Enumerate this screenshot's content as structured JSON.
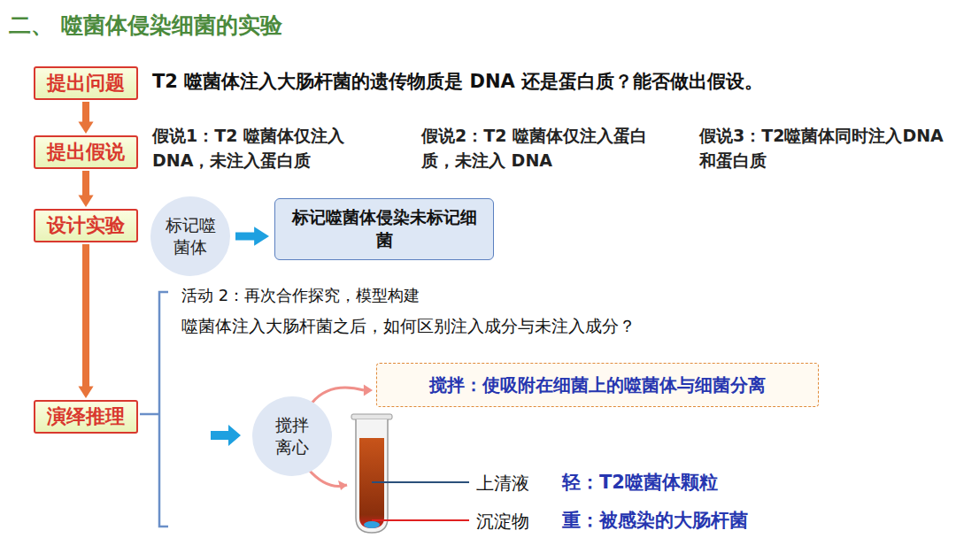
{
  "diagram": {
    "title": "二、 噬菌体侵染细菌的实验",
    "nodes": [
      {
        "text": [
          "提出问题"
        ]
      },
      {
        "text": [
          "提出假说"
        ]
      },
      {
        "text": [
          "设计实验"
        ]
      },
      {
        "text": [
          "演绎推理"
        ]
      },
      {
        "text": [
          "标记噬菌体"
        ]
      },
      {
        "text": [
          "标记噬菌体侵染未标记细菌"
        ]
      },
      {
        "text": [
          "搅拌离心"
        ]
      },
      {
        "text": [
          "搅拌：使吸附在细菌上的噬菌体与细菌分离"
        ]
      }
    ],
    "edges": [
      {
        "from": 0,
        "to": 1,
        "arrow": "to"
      },
      {
        "from": 1,
        "to": 2,
        "arrow": "to"
      },
      {
        "from": 2,
        "to": 3,
        "arrow": "to"
      },
      {
        "from": 4,
        "to": 5,
        "arrow": "to"
      },
      {
        "from": 6,
        "to": 7,
        "arrow": "to"
      }
    ],
    "labels": [
      "T2 噬菌体注入大肠杆菌的遗传物质是 DNA 还是蛋白质？能否做出假设。",
      "假说1：T2 噬菌体仅注入DNA，未注入蛋白质",
      "假说2：T2 噬菌体仅注入蛋白质，未注入 DNA",
      "假说3：T2噬菌体同时注入DNA和蛋白质",
      "活动 2：再次合作探究，模型构建",
      "噬菌体注入大肠杆菌之后，如何区别注入成分与未注入成分？",
      "上清液",
      "轻：T2噬菌体颗粒",
      "沉淀物",
      "重：被感染的大肠杆菌"
    ]
  }
}
